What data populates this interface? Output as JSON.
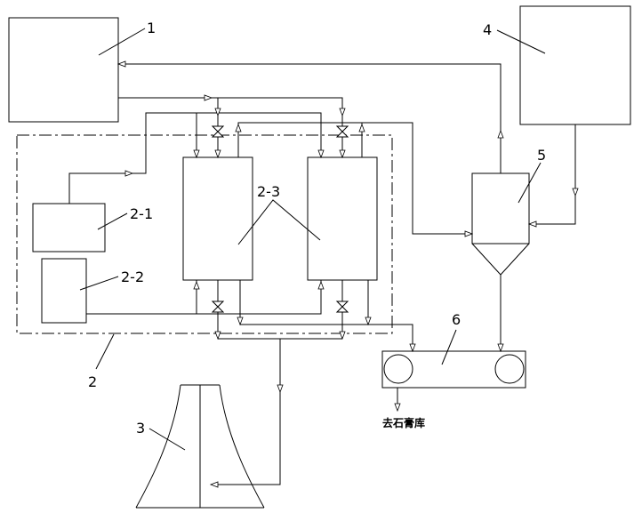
{
  "labels": {
    "unit1": "1",
    "unit2": "2",
    "unit2_1": "2-1",
    "unit2_2": "2-2",
    "unit2_3": "2-3",
    "unit3": "3",
    "unit4": "4",
    "unit5": "5",
    "unit6": "6"
  },
  "annotation": {
    "to_gypsum_storage": "去石膏库"
  }
}
